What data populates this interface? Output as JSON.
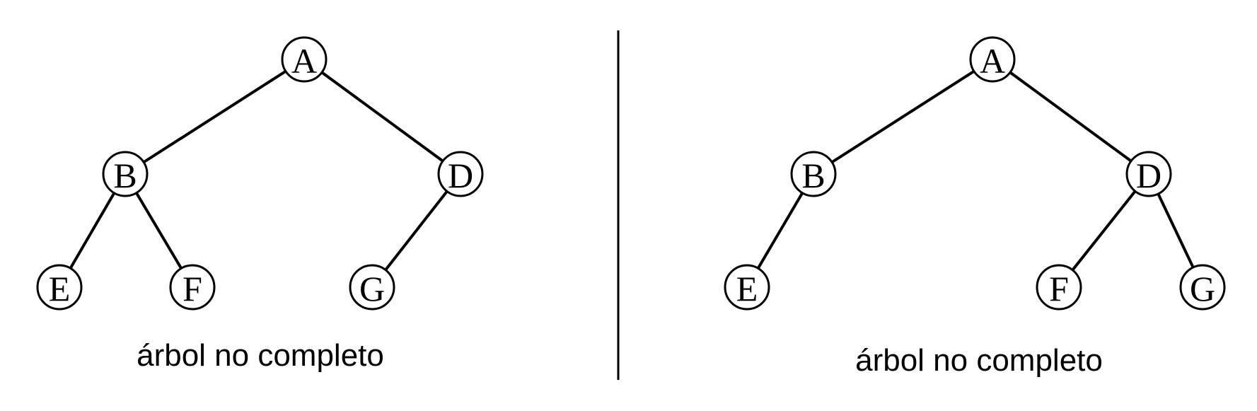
{
  "panels": [
    {
      "caption": "árbol no completo",
      "nodes": [
        {
          "id": "A",
          "label": "A"
        },
        {
          "id": "B",
          "label": "B"
        },
        {
          "id": "D",
          "label": "D"
        },
        {
          "id": "E",
          "label": "E"
        },
        {
          "id": "F",
          "label": "F"
        },
        {
          "id": "G",
          "label": "G"
        }
      ],
      "edges": [
        [
          "A",
          "B"
        ],
        [
          "A",
          "D"
        ],
        [
          "B",
          "E"
        ],
        [
          "B",
          "F"
        ],
        [
          "D",
          "G"
        ]
      ]
    },
    {
      "caption": "árbol no completo",
      "nodes": [
        {
          "id": "A",
          "label": "A"
        },
        {
          "id": "B",
          "label": "B"
        },
        {
          "id": "D",
          "label": "D"
        },
        {
          "id": "E",
          "label": "E"
        },
        {
          "id": "F",
          "label": "F"
        },
        {
          "id": "G",
          "label": "G"
        }
      ],
      "edges": [
        [
          "A",
          "B"
        ],
        [
          "A",
          "D"
        ],
        [
          "B",
          "E"
        ],
        [
          "D",
          "F"
        ],
        [
          "D",
          "G"
        ]
      ]
    }
  ]
}
